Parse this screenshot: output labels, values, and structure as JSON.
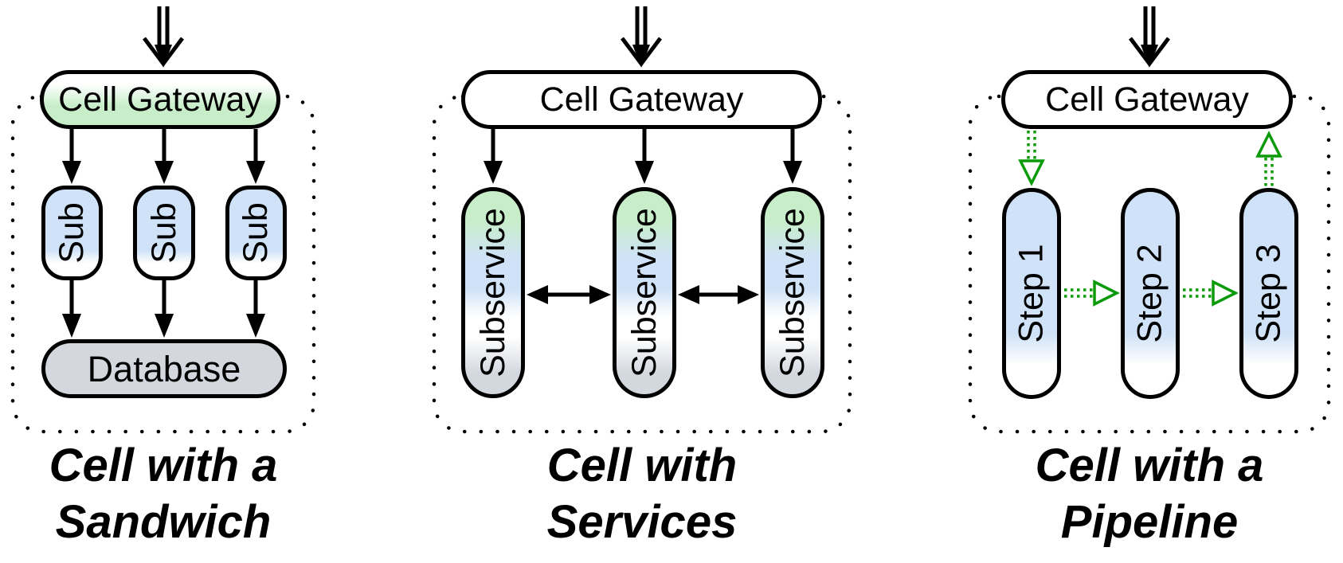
{
  "diagram": {
    "cells": [
      {
        "name": "Cell with a Sandwich",
        "gateway": "Cell Gateway",
        "nodes": [
          "Sub",
          "Sub",
          "Sub"
        ],
        "database": "Database",
        "caption_line1": "Cell with a",
        "caption_line2": "Sandwich"
      },
      {
        "name": "Cell with Services",
        "gateway": "Cell Gateway",
        "nodes": [
          "Subservice",
          "Subservice",
          "Subservice"
        ],
        "caption_line1": "Cell with",
        "caption_line2": "Services"
      },
      {
        "name": "Cell with a Pipeline",
        "gateway": "Cell Gateway",
        "nodes": [
          "Step 1",
          "Step 2",
          "Step 3"
        ],
        "caption_line1": "Cell with a",
        "caption_line2": "Pipeline"
      }
    ],
    "icons": [
      "ingress-double-arrow-icon",
      "solid-arrow-icon",
      "bidirectional-arrow-icon",
      "dotted-green-arrow-icon"
    ],
    "colors": {
      "node_green": "#c8eec9",
      "node_blue": "#cfe2f7",
      "node_gray": "#d4d8de",
      "arrow_green": "#0a9a0a",
      "line_black": "#000000",
      "background": "#ffffff"
    }
  }
}
